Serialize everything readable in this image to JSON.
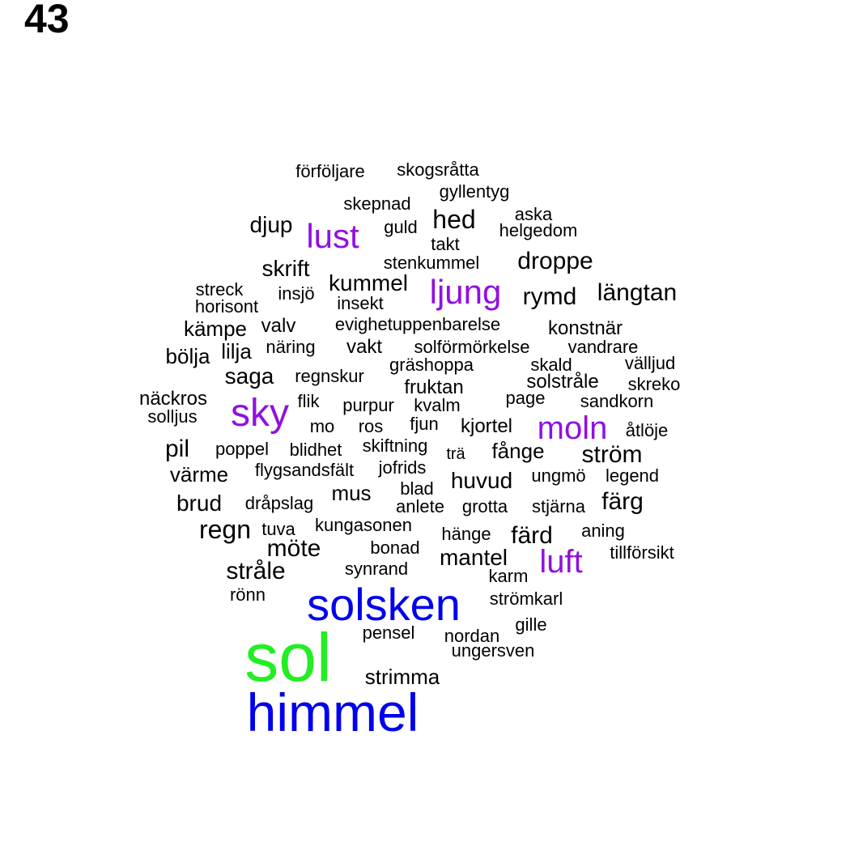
{
  "label": "43",
  "words": [
    {
      "text": "sol",
      "color": "#22ee22"
    },
    {
      "text": "himmel",
      "color": "#0000ee"
    },
    {
      "text": "solsken",
      "color": "#0000ee"
    },
    {
      "text": "sky",
      "color": "#9010e0"
    },
    {
      "text": "lust",
      "color": "#9010e0"
    },
    {
      "text": "ljung",
      "color": "#9010e0"
    },
    {
      "text": "moln",
      "color": "#9010e0"
    },
    {
      "text": "luft",
      "color": "#9010e0"
    },
    {
      "text": "förföljare",
      "color": "#000000"
    },
    {
      "text": "skogsråtta",
      "color": "#000000"
    },
    {
      "text": "gyllentyg",
      "color": "#000000"
    },
    {
      "text": "skepnad",
      "color": "#000000"
    },
    {
      "text": "hed",
      "color": "#000000"
    },
    {
      "text": "aska",
      "color": "#000000"
    },
    {
      "text": "djup",
      "color": "#000000"
    },
    {
      "text": "guld",
      "color": "#000000"
    },
    {
      "text": "helgedom",
      "color": "#000000"
    },
    {
      "text": "takt",
      "color": "#000000"
    },
    {
      "text": "stenkummel",
      "color": "#000000"
    },
    {
      "text": "droppe",
      "color": "#000000"
    },
    {
      "text": "skrift",
      "color": "#000000"
    },
    {
      "text": "kummel",
      "color": "#000000"
    },
    {
      "text": "rymd",
      "color": "#000000"
    },
    {
      "text": "längtan",
      "color": "#000000"
    },
    {
      "text": "streck",
      "color": "#000000"
    },
    {
      "text": "insjö",
      "color": "#000000"
    },
    {
      "text": "horisont",
      "color": "#000000"
    },
    {
      "text": "insekt",
      "color": "#000000"
    },
    {
      "text": "kämpe",
      "color": "#000000"
    },
    {
      "text": "valv",
      "color": "#000000"
    },
    {
      "text": "evighetuppenbarelse",
      "color": "#000000"
    },
    {
      "text": "konstnär",
      "color": "#000000"
    },
    {
      "text": "bölja",
      "color": "#000000"
    },
    {
      "text": "lilja",
      "color": "#000000"
    },
    {
      "text": "näring",
      "color": "#000000"
    },
    {
      "text": "vakt",
      "color": "#000000"
    },
    {
      "text": "solförmörkelse",
      "color": "#000000"
    },
    {
      "text": "vandrare",
      "color": "#000000"
    },
    {
      "text": "gräshoppa",
      "color": "#000000"
    },
    {
      "text": "skald",
      "color": "#000000"
    },
    {
      "text": "välljud",
      "color": "#000000"
    },
    {
      "text": "saga",
      "color": "#000000"
    },
    {
      "text": "regnskur",
      "color": "#000000"
    },
    {
      "text": "solstråle",
      "color": "#000000"
    },
    {
      "text": "skreko",
      "color": "#000000"
    },
    {
      "text": "fruktan",
      "color": "#000000"
    },
    {
      "text": "näckros",
      "color": "#000000"
    },
    {
      "text": "flik",
      "color": "#000000"
    },
    {
      "text": "purpur",
      "color": "#000000"
    },
    {
      "text": "kvalm",
      "color": "#000000"
    },
    {
      "text": "page",
      "color": "#000000"
    },
    {
      "text": "sandkorn",
      "color": "#000000"
    },
    {
      "text": "solljus",
      "color": "#000000"
    },
    {
      "text": "fjun",
      "color": "#000000"
    },
    {
      "text": "mo",
      "color": "#000000"
    },
    {
      "text": "ros",
      "color": "#000000"
    },
    {
      "text": "kjortel",
      "color": "#000000"
    },
    {
      "text": "åtlöje",
      "color": "#000000"
    },
    {
      "text": "pil",
      "color": "#000000"
    },
    {
      "text": "poppel",
      "color": "#000000"
    },
    {
      "text": "blidhet",
      "color": "#000000"
    },
    {
      "text": "skiftning",
      "color": "#000000"
    },
    {
      "text": "trä",
      "color": "#000000"
    },
    {
      "text": "fånge",
      "color": "#000000"
    },
    {
      "text": "ström",
      "color": "#000000"
    },
    {
      "text": "värme",
      "color": "#000000"
    },
    {
      "text": "flygsandsfält",
      "color": "#000000"
    },
    {
      "text": "jofrids",
      "color": "#000000"
    },
    {
      "text": "huvud",
      "color": "#000000"
    },
    {
      "text": "ungmö",
      "color": "#000000"
    },
    {
      "text": "legend",
      "color": "#000000"
    },
    {
      "text": "blad",
      "color": "#000000"
    },
    {
      "text": "mus",
      "color": "#000000"
    },
    {
      "text": "brud",
      "color": "#000000"
    },
    {
      "text": "dråpslag",
      "color": "#000000"
    },
    {
      "text": "anlete",
      "color": "#000000"
    },
    {
      "text": "grotta",
      "color": "#000000"
    },
    {
      "text": "stjärna",
      "color": "#000000"
    },
    {
      "text": "färg",
      "color": "#000000"
    },
    {
      "text": "kungasonen",
      "color": "#000000"
    },
    {
      "text": "regn",
      "color": "#000000"
    },
    {
      "text": "tuva",
      "color": "#000000"
    },
    {
      "text": "hänge",
      "color": "#000000"
    },
    {
      "text": "färd",
      "color": "#000000"
    },
    {
      "text": "aning",
      "color": "#000000"
    },
    {
      "text": "möte",
      "color": "#000000"
    },
    {
      "text": "bonad",
      "color": "#000000"
    },
    {
      "text": "mantel",
      "color": "#000000"
    },
    {
      "text": "tillförsikt",
      "color": "#000000"
    },
    {
      "text": "stråle",
      "color": "#000000"
    },
    {
      "text": "synrand",
      "color": "#000000"
    },
    {
      "text": "karm",
      "color": "#000000"
    },
    {
      "text": "rönn",
      "color": "#000000"
    },
    {
      "text": "strömkarl",
      "color": "#000000"
    },
    {
      "text": "gille",
      "color": "#000000"
    },
    {
      "text": "pensel",
      "color": "#000000"
    },
    {
      "text": "nordan",
      "color": "#000000"
    },
    {
      "text": "ungersven",
      "color": "#000000"
    },
    {
      "text": "strimma",
      "color": "#000000"
    }
  ]
}
